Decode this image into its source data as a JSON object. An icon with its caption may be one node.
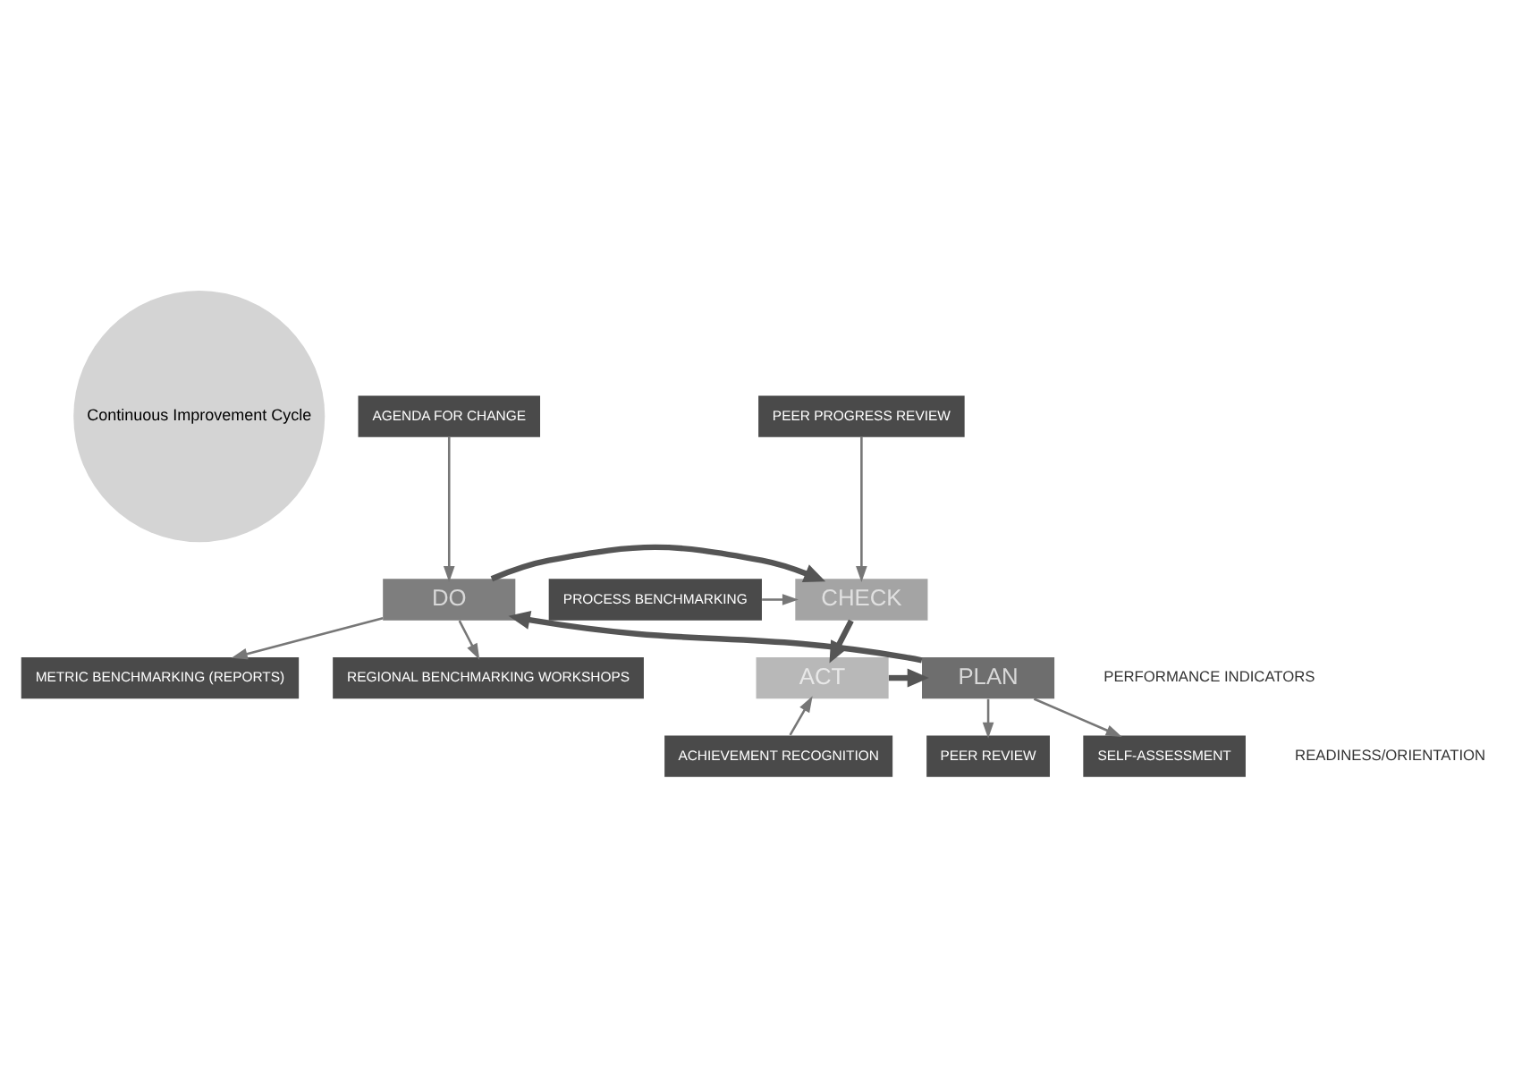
{
  "diagram": {
    "nodes": [
      {
        "text": [
          "Continuous Improvement Cycle"
        ]
      },
      {
        "text": [
          "ACT"
        ]
      },
      {
        "text": [
          "PLAN"
        ]
      },
      {
        "text": [
          "DO"
        ]
      },
      {
        "text": [
          "CHECK"
        ]
      },
      {
        "text": [
          "ACHIEVEMENT RECOGNITION"
        ]
      },
      {
        "text": [
          "SELF-ASSESSMENT"
        ]
      },
      {
        "text": [
          "PEER REVIEW"
        ]
      },
      {
        "text": [
          "PEER PROGRESS REVIEW"
        ]
      },
      {
        "text": [
          "PROCESS BENCHMARKING"
        ]
      },
      {
        "text": [
          "AGENDA FOR CHANGE"
        ]
      },
      {
        "text": [
          "METRIC BENCHMARKING (REPORTS)"
        ]
      },
      {
        "text": [
          "REGIONAL BENCHMARKING WORKSHOPS"
        ]
      }
    ],
    "edges": [
      {
        "from": 1,
        "to": 2,
        "arrow": "to",
        "style": "thick"
      },
      {
        "from": 2,
        "to": 3,
        "arrow": "to",
        "style": "thick"
      },
      {
        "from": 3,
        "to": 4,
        "arrow": "to",
        "style": "thick"
      },
      {
        "from": 4,
        "to": 1,
        "arrow": "to",
        "style": "thick"
      },
      {
        "from": 5,
        "to": 1,
        "arrow": "to"
      },
      {
        "from": 2,
        "to": 6,
        "arrow": "to"
      },
      {
        "from": 2,
        "to": 7,
        "arrow": "to"
      },
      {
        "from": 8,
        "to": 4,
        "arrow": "to"
      },
      {
        "from": 9,
        "to": 4,
        "arrow": "to"
      },
      {
        "from": 10,
        "to": 3,
        "arrow": "to"
      },
      {
        "from": 3,
        "to": 11,
        "arrow": "to"
      },
      {
        "from": 3,
        "to": 12,
        "arrow": "to"
      }
    ],
    "labels": [
      "READINESS/ORIENTATION",
      "PERFORMANCE INDICATORS"
    ]
  }
}
